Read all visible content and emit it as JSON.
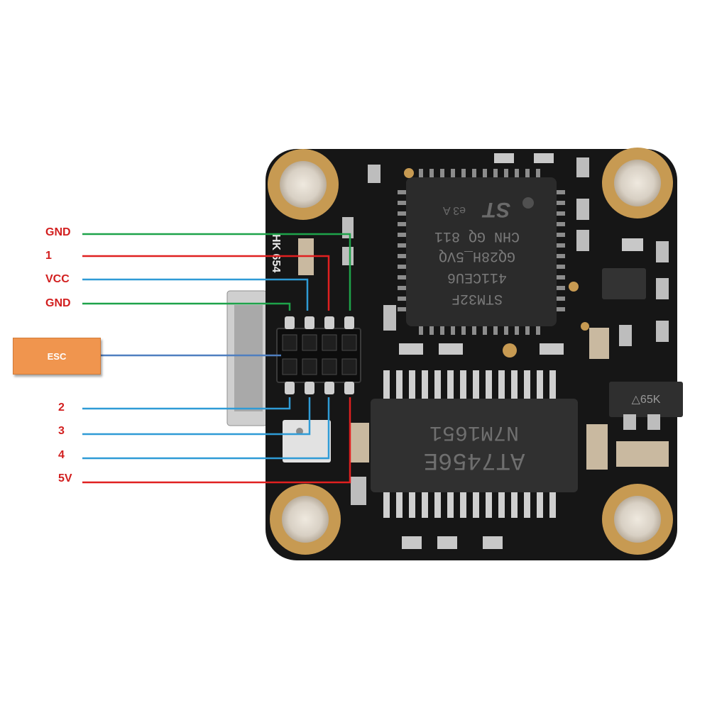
{
  "esc_label": "ESC",
  "pin_labels": [
    {
      "id": "gnd-top",
      "text": "GND",
      "color": "#d21f1f"
    },
    {
      "id": "pin-1",
      "text": "1",
      "color": "#d21f1f"
    },
    {
      "id": "vcc",
      "text": "VCC",
      "color": "#d21f1f"
    },
    {
      "id": "gnd-bottom",
      "text": "GND",
      "color": "#d21f1f"
    },
    {
      "id": "pin-2",
      "text": "2",
      "color": "#d21f1f"
    },
    {
      "id": "pin-3",
      "text": "3",
      "color": "#d21f1f"
    },
    {
      "id": "pin-4",
      "text": "4",
      "color": "#d21f1f"
    },
    {
      "id": "5v",
      "text": "5V",
      "color": "#d21f1f"
    }
  ],
  "wire_colors": {
    "green": "#1ea34a",
    "red": "#e02020",
    "blue": "#2f9bd6",
    "esc": "#4f7fc0"
  },
  "board": {
    "silk_text": "HK 654",
    "mcu_lines": [
      "STM32F",
      "411CEU6",
      "GQ28H_5VQ",
      "CHN GQ 811"
    ],
    "driver_lines": [
      "AT7456E",
      "N7M1651"
    ],
    "regulator_text": "65K",
    "mcu_logo": "ST",
    "mcu_mark": "e3 A"
  },
  "colors": {
    "pcb": "#161616",
    "pad_gold": "#c79a52",
    "pad_inner": "#e6e1d9",
    "chip": "#2b2b2b",
    "esc_box": "#f0954e"
  }
}
